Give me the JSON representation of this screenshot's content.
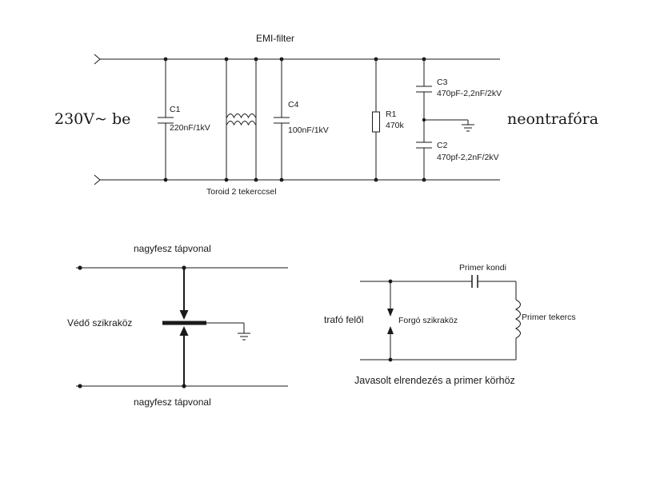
{
  "emi_filter": {
    "title": "EMI-filter",
    "input_label": "230V~ be",
    "output_label": "neontrafóra",
    "toroid_note": "Toroid 2 tekerccsel",
    "c1_name": "C1",
    "c1_value": "220nF/1kV",
    "c4_name": "C4",
    "c4_value": "100nF/1kV",
    "r1_name": "R1",
    "r1_value": "470k",
    "c3_name": "C3",
    "c3_value": "470pF-2,2nF/2kV",
    "c2_name": "C2",
    "c2_value": "470pf-2,2nF/2kV"
  },
  "protection": {
    "line_label_top": "nagyfesz tápvonal",
    "line_label_bottom": "nagyfesz tápvonal",
    "gap_label": "Védő szikraköz"
  },
  "primer": {
    "cap_label": "Primer kondi",
    "source_label": "trafó felől",
    "gap_label": "Forgó szikraköz",
    "coil_label": "Primer tekercs",
    "caption": "Javasolt elrendezés a primer körhöz"
  },
  "colors": {
    "line": "#1a1a1a",
    "background": "#ffffff"
  }
}
